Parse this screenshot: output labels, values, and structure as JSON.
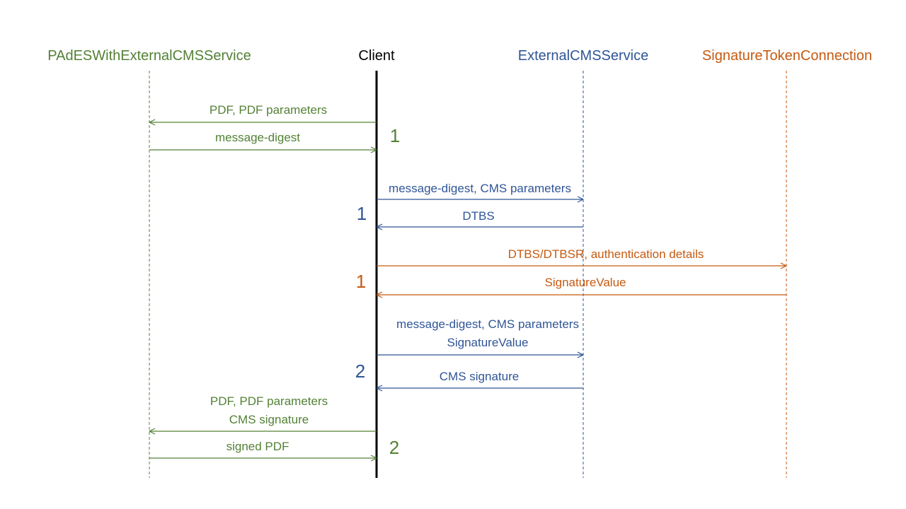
{
  "colors": {
    "pades": "#538135",
    "client": "#000000",
    "external": "#2F5597",
    "token": "#C55A11"
  },
  "actors": {
    "pades": "PAdESWithExternalCMSService",
    "client": "Client",
    "external": "ExternalCMSService",
    "token": "SignatureTokenConnection"
  },
  "messages": {
    "m1": "PDF, PDF parameters",
    "m2": "message-digest",
    "m3": "message-digest, CMS parameters",
    "m4": "DTBS",
    "m5": "DTBS/DTBSR, authentication details",
    "m6": "SignatureValue",
    "m7a": "message-digest, CMS parameters",
    "m7b": "SignatureValue",
    "m8": "CMS signature",
    "m9a": "PDF, PDF parameters",
    "m9b": "CMS signature",
    "m10": "signed PDF"
  },
  "steps": {
    "s1": "1",
    "s2": "1",
    "s3": "1",
    "s4": "2",
    "s5": "2"
  }
}
